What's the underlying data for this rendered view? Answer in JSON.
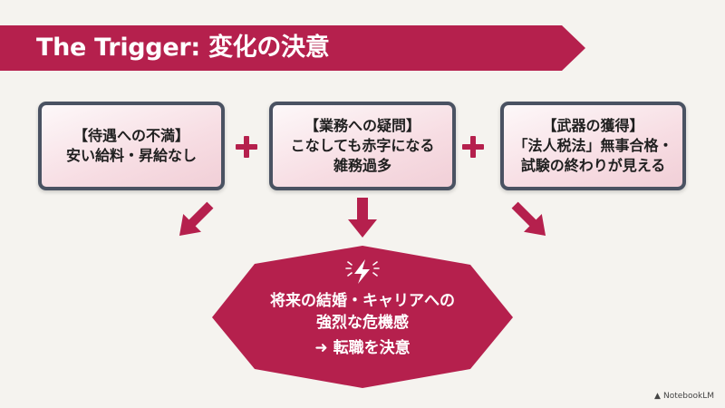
{
  "slide": {
    "title": "The Trigger: 変化の決意",
    "colors": {
      "accent": "#b5204d",
      "background": "#f5f3ef",
      "card_border": "#4a5262",
      "card_fill": "#f7dde3",
      "text_dark": "#1f1f1f",
      "text_light": "#ffffff"
    }
  },
  "cards": [
    {
      "heading": "【待遇への不満】",
      "lines": [
        "安い給料・昇給なし"
      ]
    },
    {
      "heading": "【業務への疑問】",
      "lines": [
        "こなしても赤字になる",
        "雑務過多"
      ]
    },
    {
      "heading": "【武器の獲得】",
      "lines": [
        "「法人税法」無事合格・",
        "試験の終わりが見える"
      ]
    }
  ],
  "connectors": {
    "between_cards": "plus-icon",
    "to_result": "arrow-icon"
  },
  "result": {
    "icon": "lightning-icon",
    "line1": "将来の結婚・キャリアへの",
    "line2": "強烈な危機感",
    "line3": "➜ 転職を決意"
  },
  "footer": {
    "logo_icon": "notebooklm-logo-icon",
    "brand": "NotebookLM"
  }
}
